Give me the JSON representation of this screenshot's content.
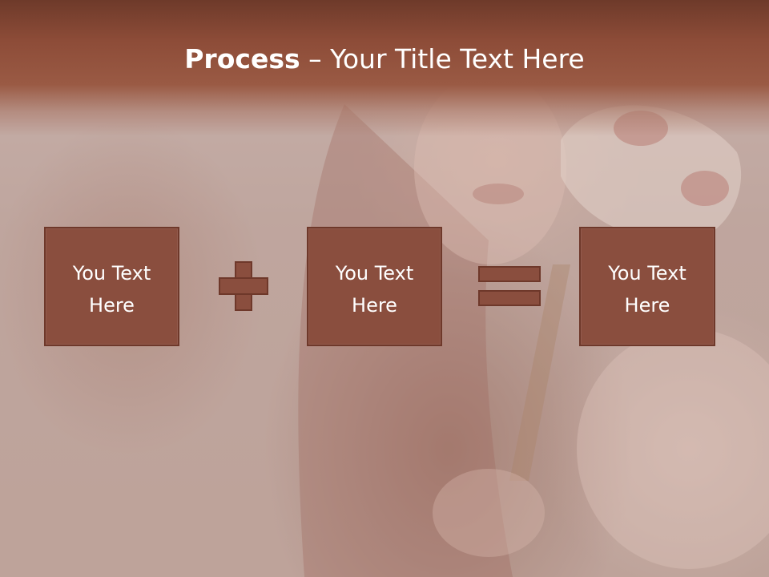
{
  "title": {
    "bold": "Process",
    "rest": " – Your Title Text Here"
  },
  "boxes": [
    {
      "text": "You Text Here"
    },
    {
      "text": "You Text Here"
    },
    {
      "text": "You Text Here"
    }
  ],
  "colors": {
    "header": "#8d4c38",
    "box_fill": "#8a4e3e",
    "box_border": "#6e382a",
    "text": "#ffffff"
  },
  "icons": [
    "plus-icon",
    "equals-icon"
  ]
}
